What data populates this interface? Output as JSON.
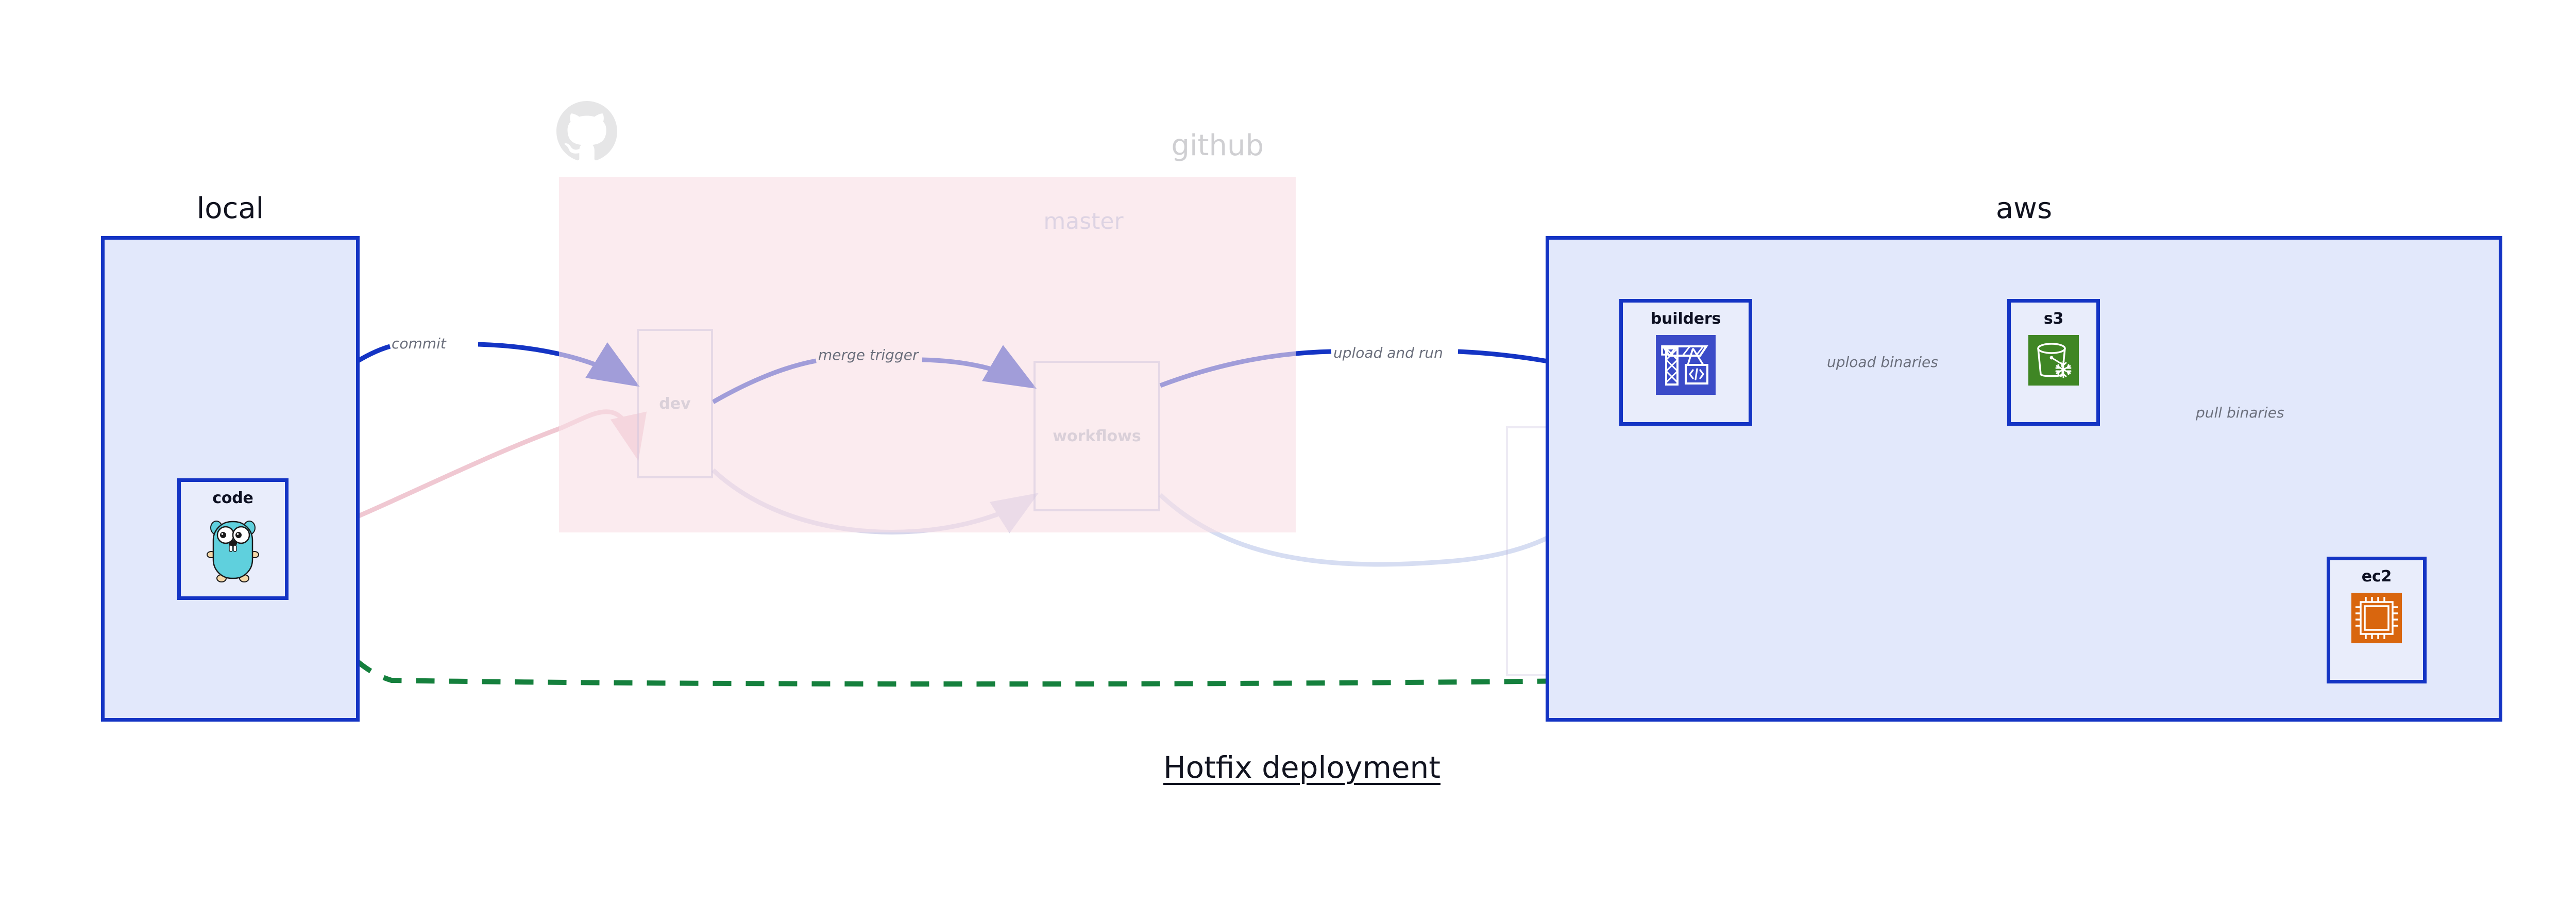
{
  "diagram": {
    "title": "Hotfix deployment",
    "colors": {
      "node_border": "#1434c4",
      "node_fill": "#e9edfb",
      "group_fill_blue": "#e2e8fb",
      "group_fill_pink": "#f8dfe5",
      "edge_active": "#1434c4",
      "edge_dashed": "#15803d",
      "edge_label": "#6b6f7c",
      "ghost": "#cfc6de",
      "codebuild_blue": "#3b4bc8",
      "s3_green": "#3f8624",
      "ec2_orange": "#d9660e"
    }
  },
  "groups": [
    {
      "id": "local",
      "label": "local",
      "style": "solid"
    },
    {
      "id": "github",
      "label": "github",
      "style": "faded"
    },
    {
      "id": "aws",
      "label": "aws",
      "style": "solid"
    }
  ],
  "subgroups": [
    {
      "id": "master",
      "label": "master",
      "parent": "github",
      "style": "faded"
    }
  ],
  "nodes": [
    {
      "id": "code",
      "label": "code",
      "icon": "go-gopher-icon",
      "group": "local",
      "style": "solid"
    },
    {
      "id": "dev",
      "label": "dev",
      "icon": null,
      "group": "github",
      "style": "faded"
    },
    {
      "id": "workflows",
      "label": "workflows",
      "icon": null,
      "group": "master",
      "style": "faded"
    },
    {
      "id": "builders",
      "label": "builders",
      "icon": "codebuild-icon",
      "group": "aws",
      "style": "solid"
    },
    {
      "id": "s3",
      "label": "s3",
      "icon": "s3-glacier-icon",
      "group": "aws",
      "style": "solid"
    },
    {
      "id": "ec2",
      "label": "ec2",
      "icon": "ec2-chip-icon",
      "group": "aws",
      "style": "solid"
    }
  ],
  "edges": [
    {
      "id": "commit",
      "label": "commit",
      "from": "code",
      "to": "dev",
      "style": "solid",
      "color": "#1434c4"
    },
    {
      "id": "merge-trigger",
      "label": "merge trigger",
      "from": "dev",
      "to": "workflows",
      "style": "solid",
      "color": "#1434c4"
    },
    {
      "id": "upload-and-run",
      "label": "upload and run",
      "from": "workflows",
      "to": "builders",
      "style": "solid",
      "color": "#1434c4"
    },
    {
      "id": "upload-binaries",
      "label": "upload binaries",
      "from": "builders",
      "to": "s3",
      "style": "solid",
      "color": "#1434c4"
    },
    {
      "id": "pull-binaries",
      "label": "pull binaries",
      "from": "s3",
      "to": "ec2",
      "style": "solid",
      "color": "#1434c4"
    },
    {
      "id": "hotfix-direct",
      "label": "",
      "from": "code",
      "to": "ec2",
      "style": "dashed",
      "color": "#15803d"
    },
    {
      "id": "ghost-code-dev",
      "label": "",
      "from": "code",
      "to": "dev",
      "style": "faded",
      "color": "#f0c8d2"
    },
    {
      "id": "ghost-dev-workflows",
      "label": "",
      "from": "dev",
      "to": "workflows",
      "style": "faded",
      "color": "#d6d6ec"
    },
    {
      "id": "ghost-wf-builders",
      "label": "",
      "from": "workflows",
      "to": "builders",
      "style": "faded",
      "color": "#d6ddf2"
    }
  ]
}
